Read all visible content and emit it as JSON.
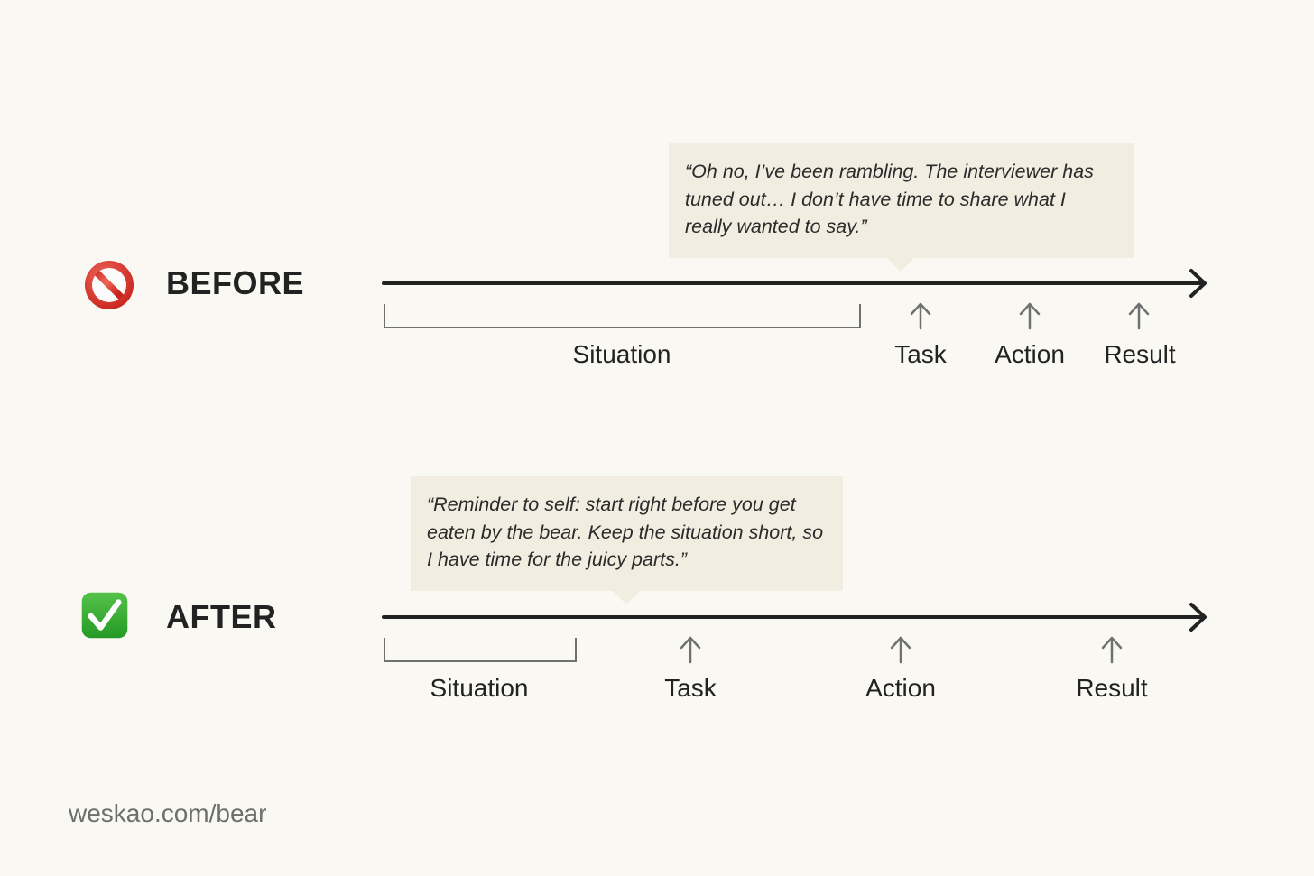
{
  "rows": [
    {
      "id": "before",
      "label": "BEFORE",
      "badge_icon": "no-entry-icon",
      "callout": "“Oh no, I’ve been rambling. The interviewer has tuned out… I don’t have time to share what I really wanted to say.”",
      "stages": [
        "Situation",
        "Task",
        "Action",
        "Result"
      ]
    },
    {
      "id": "after",
      "label": "AFTER",
      "badge_icon": "check-mark-icon",
      "callout": "“Reminder to self: start right before you get eaten by the bear. Keep the situation short, so I have time for the juicy parts.”",
      "stages": [
        "Situation",
        "Task",
        "Action",
        "Result"
      ]
    }
  ],
  "footer": {
    "link_text": "weskao.com/bear"
  },
  "colors": {
    "background": "#f9f8f3",
    "callout_bg": "#f1ede0",
    "line": "#222222",
    "bracket": "#707070",
    "no_entry_red": "#d92b2b",
    "check_green": "#2fa52d"
  }
}
